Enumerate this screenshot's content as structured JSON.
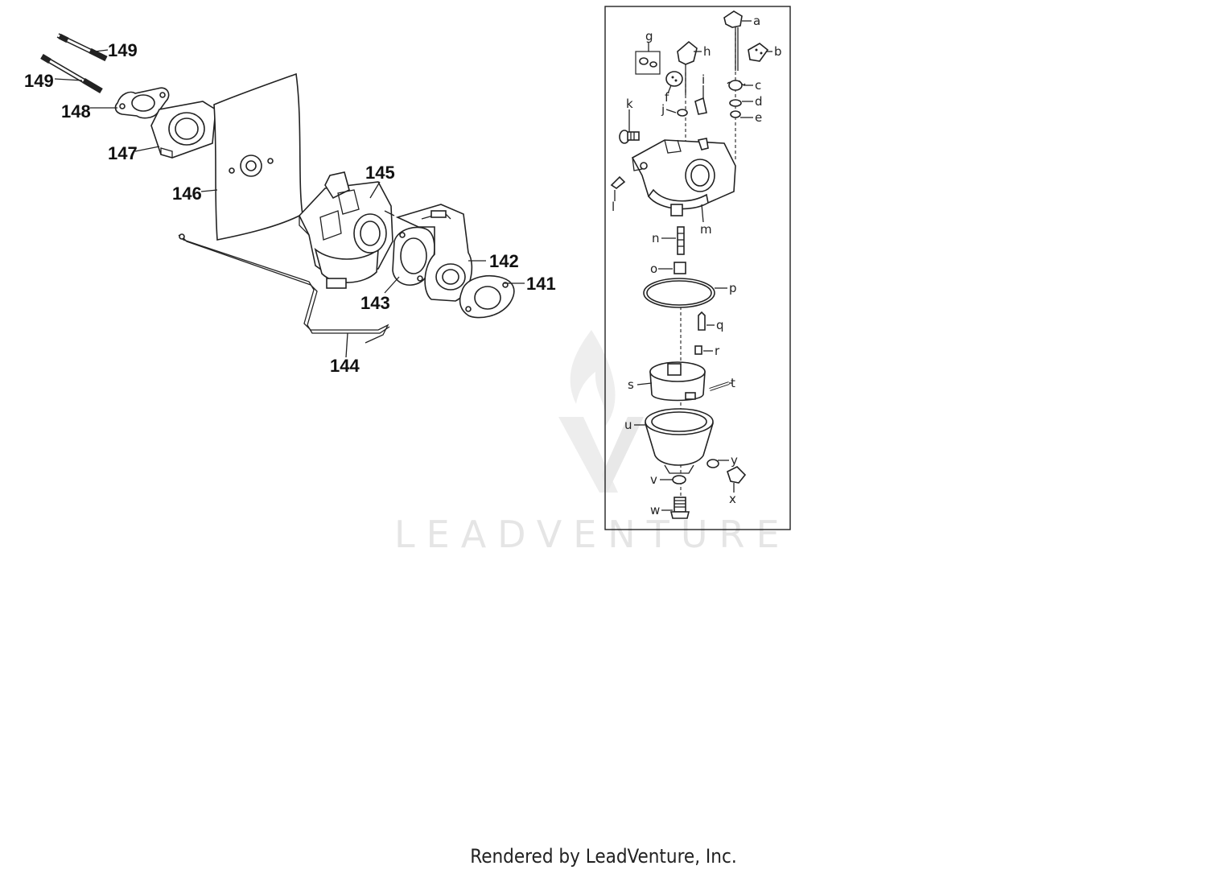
{
  "left_callouts": [
    "149",
    "149",
    "148",
    "147",
    "146",
    "145",
    "142",
    "141",
    "143",
    "144"
  ],
  "right_callouts": [
    "a",
    "b",
    "c",
    "d",
    "e",
    "f",
    "g",
    "h",
    "i",
    "j",
    "k",
    "l",
    "m",
    "n",
    "o",
    "p",
    "q",
    "r",
    "s",
    "t",
    "u",
    "v",
    "w",
    "x",
    "y"
  ],
  "watermark": "LEADVENTURE",
  "footer": "Rendered by LeadVenture, Inc."
}
